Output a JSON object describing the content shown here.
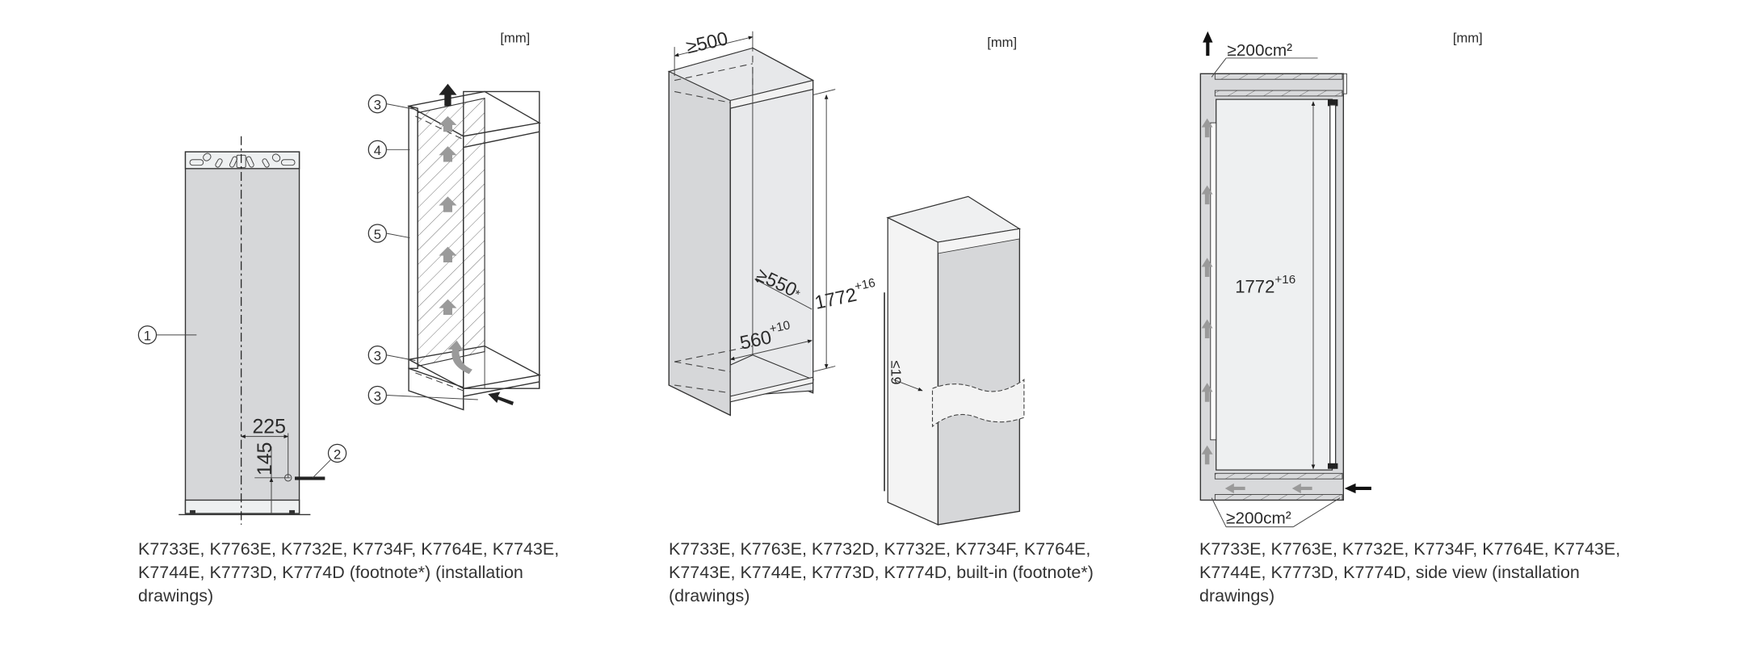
{
  "figures": [
    {
      "unit_label": "[mm]",
      "callouts": [
        "1",
        "2",
        "3",
        "4",
        "5"
      ],
      "dimensions": {
        "horizontal": "225",
        "vertical": "145"
      },
      "caption_lines": [
        "K7733E, K7763E, K7732E, K7734F, K7764E, K7743E,",
        "K7744E, K7773D, K7774D (footnote*) (installation",
        "drawings)"
      ]
    },
    {
      "unit_label": "[mm]",
      "dimensions": {
        "depth_top": "≥500",
        "depth": "≥550",
        "depth_star": "*",
        "height": "1772",
        "height_tol": "+16",
        "width": "560",
        "width_tol": "+10",
        "door_gap": "≤19"
      },
      "caption_lines": [
        "K7733E, K7763E, K7732D, K7732E, K7734F, K7764E,",
        "K7743E, K7744E, K7773D, K7774D, built-in (footnote*)",
        "(drawings)"
      ]
    },
    {
      "unit_label": "[mm]",
      "dimensions": {
        "vent_top": "≥200cm²",
        "vent_bottom": "≥200cm²",
        "height": "1772",
        "height_tol": "+16"
      },
      "caption_lines": [
        "K7733E, K7763E, K7732E, K7734F, K7764E, K7743E,",
        "K7744E, K7773D, K7774D, side view (installation",
        "drawings)"
      ]
    }
  ]
}
